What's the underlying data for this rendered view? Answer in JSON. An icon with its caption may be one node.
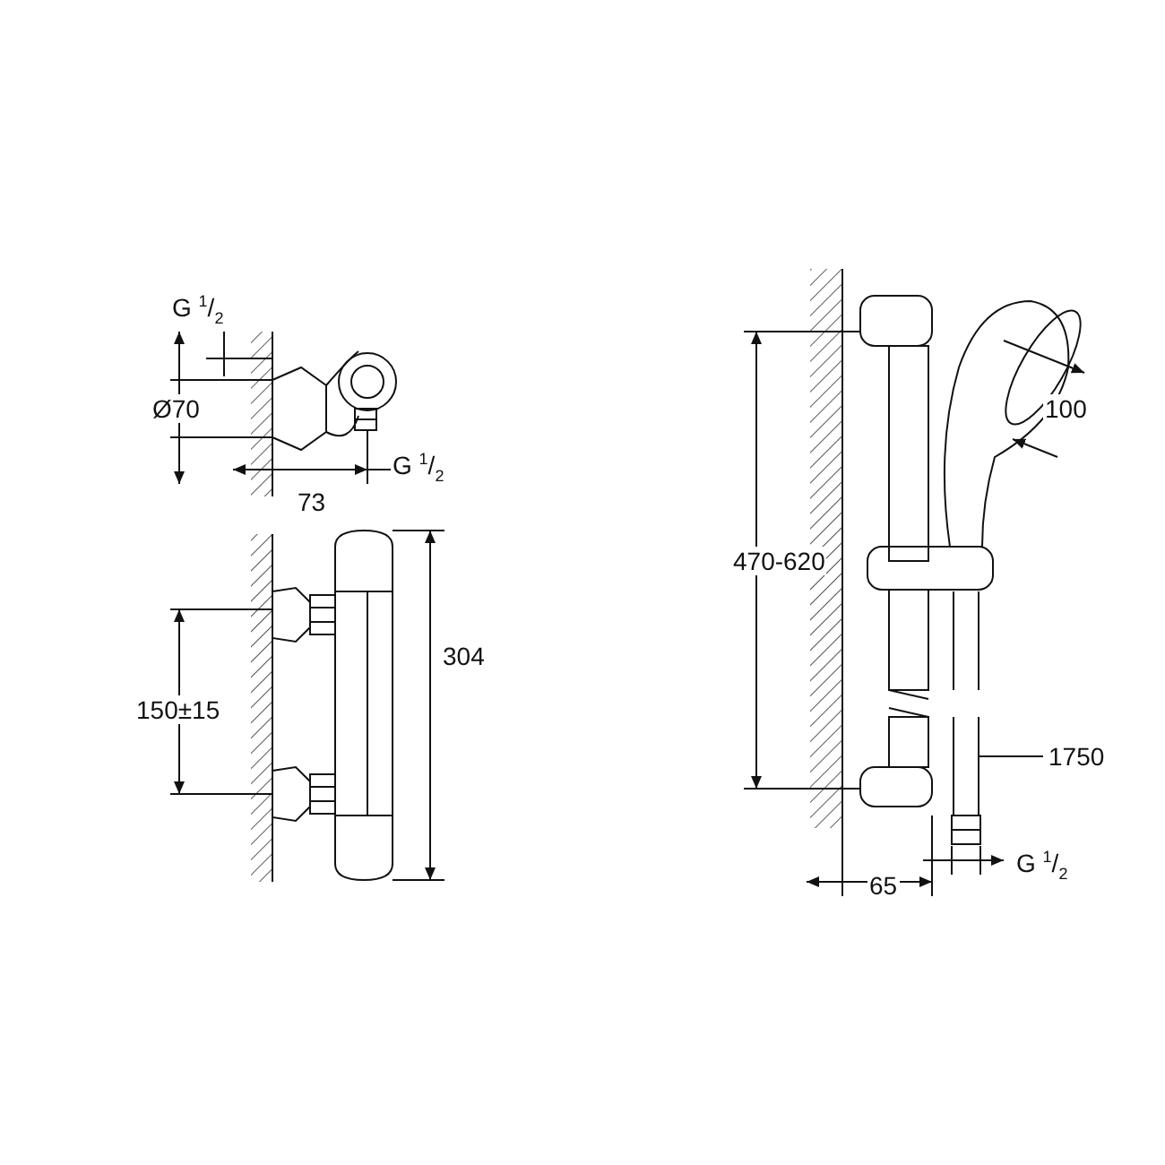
{
  "diagram": {
    "labels": [
      "G $^{1}$/$_{2}$",
      "Ø70",
      "73",
      "G $^{1}$/$_{2}$",
      "150±15",
      "304",
      "470-620",
      "100",
      "1750",
      "65",
      "G $^{1}$/$_{2}$"
    ]
  }
}
